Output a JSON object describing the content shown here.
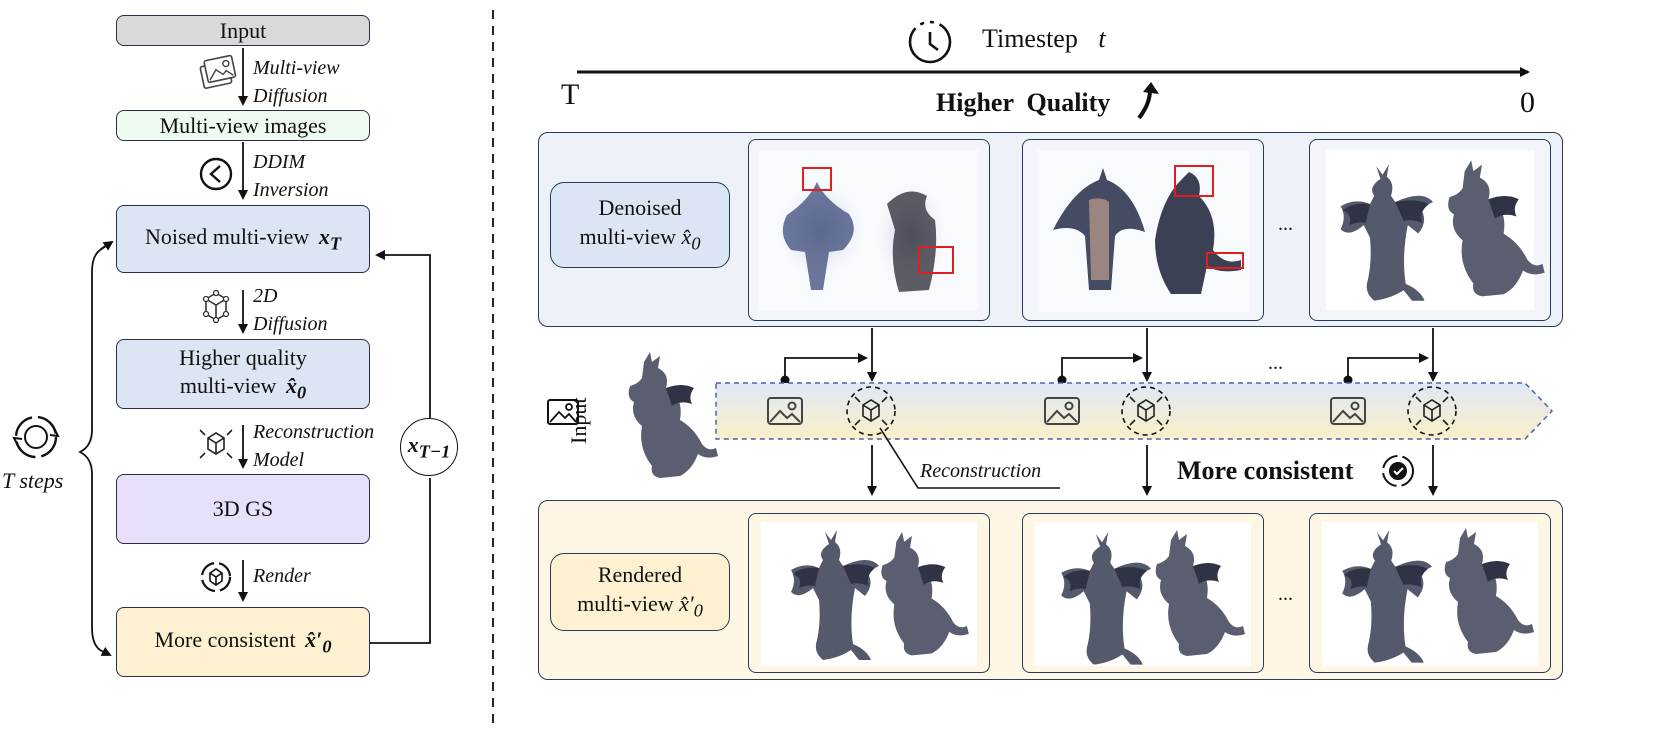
{
  "left": {
    "input": "Input",
    "step1": "Multi-view",
    "step1b": "Diffusion",
    "mv_images": "Multi-view images",
    "step2": "DDIM",
    "step2b": "Inversion",
    "noised": "Noised multi-view",
    "noised_var": "x",
    "noised_sub": "T",
    "step3": "2D",
    "step3b": "Diffusion",
    "hq1": "Higher quality",
    "hq2": "multi-view",
    "hq_sub": "0",
    "step4": "Reconstruction",
    "step4b": "Model",
    "gs": "3D GS",
    "step5": "Render",
    "mc": "More consistent",
    "mc_sub": "0",
    "loop_var": "x",
    "loop_sub": "T−1",
    "t_steps": "T steps"
  },
  "right": {
    "timestep": "Timestep",
    "timestep_var": "t",
    "T_label": "T",
    "zero_label": "0",
    "higher_quality": "Higher  Quality",
    "denoised1": "Denoised",
    "denoised2": "multi-view",
    "denoised_sub": "0",
    "ellipsis": "...",
    "input_label": "Input",
    "reconstruction": "Reconstruction",
    "more_consistent": "More consistent",
    "rendered1": "Rendered",
    "rendered2": "multi-view",
    "rendered_sub": "0"
  },
  "colors": {
    "input_gray": "#d9d9d9",
    "mv_green": "#eefaef",
    "noised_blue": "#dbe5f3",
    "gs_purple": "#e8e0fa",
    "consistent_yellow": "#fdf1d2",
    "denoised_panel": "#edf2f9",
    "rendered_panel": "#fdf6e4",
    "red_box": "#e02020",
    "band_top": "#dfe8f6",
    "band_bottom": "#fbefc9"
  },
  "icons": [
    "image-icon",
    "rewind-icon",
    "cube-icon",
    "reconstruction-icon",
    "render-icon",
    "cycle-icon",
    "clock-icon",
    "check-badge-icon",
    "dragon-image"
  ]
}
